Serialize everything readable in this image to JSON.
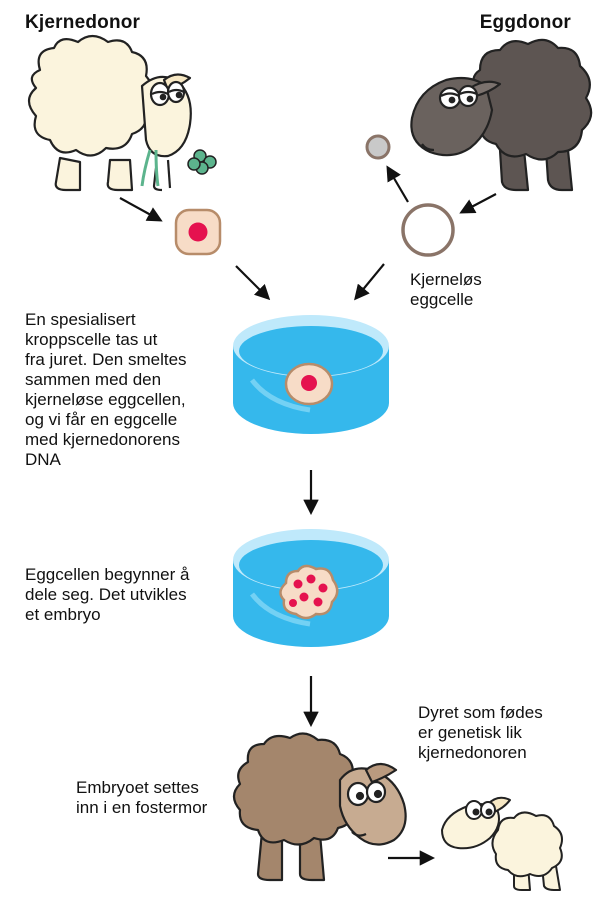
{
  "headers": {
    "nucleus_donor": "Kjernedonor",
    "egg_donor": "Eggdonor"
  },
  "labels": {
    "enucleated_egg": "Kjerneløs\neggcelle",
    "fusion_step": "En spesialisert\nkroppscelle tas ut\nfra juret. Den smeltes\nsammen med den\nkjerneløse eggcellen,\nog vi får en eggcelle\nmed kjernedonorens\nDNA",
    "division_step": "Eggcellen begynner å\ndele seg. Det utvikles\net embryo",
    "surrogate_step": "Embryoet settes\ninn i en fostermor",
    "offspring_step": "Dyret som fødes\ner genetisk lik\nkjernedonoren"
  },
  "colors": {
    "dish_blue": "#35b8ec",
    "dish_light": "#bfe9fb",
    "nucleus_red": "#e5124f",
    "cell_peach": "#f7dcc7",
    "white_sheep": "#fbf4dd",
    "dark_sheep": "#5d5552",
    "brown_sheep": "#a4866c",
    "clover_green": "#5cb48d"
  }
}
